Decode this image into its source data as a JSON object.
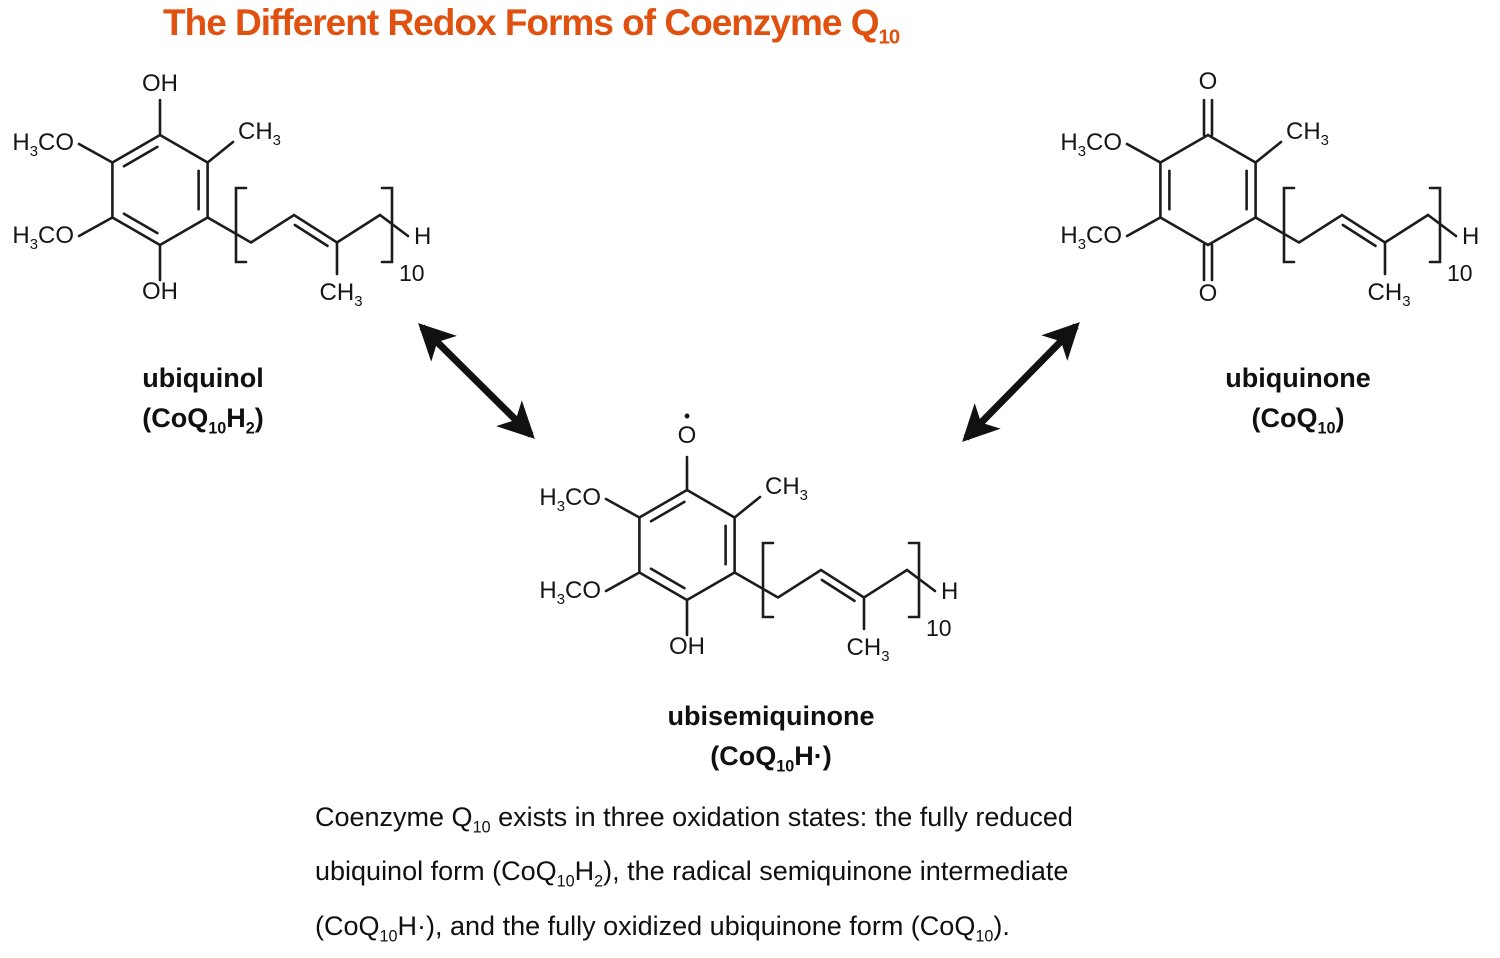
{
  "title": {
    "text": "The Different Redox Forms of Coenzyme Q~10~",
    "color": "#e0500f"
  },
  "colors": {
    "title_accent": "#e0500f",
    "bond": "#1c1c1c",
    "arrow": "#111111",
    "text": "#101010"
  },
  "structures": {
    "ubiquinol": {
      "name": "ubiquinol",
      "formula": "(CoQ~10~H~2~)",
      "top_group": "OH",
      "bottom_group": "OH",
      "methoxy_top": "H~3~CO",
      "methoxy_bottom": "H~3~CO",
      "ring_methyl": "CH~3~",
      "chain_methyl": "CH~3~",
      "chain_end_h": "H",
      "repeat_count": "10"
    },
    "ubisemiquinone": {
      "name": "ubisemiquinone",
      "formula": "(CoQ~10~H·)",
      "top_group": "O",
      "radical_dot": "•",
      "bottom_group": "OH",
      "methoxy_top": "H~3~CO",
      "methoxy_bottom": "H~3~CO",
      "ring_methyl": "CH~3~",
      "chain_methyl": "CH~3~",
      "chain_end_h": "H",
      "repeat_count": "10"
    },
    "ubiquinone": {
      "name": "ubiquinone",
      "formula": "(CoQ~10~)",
      "top_group": "O",
      "bottom_group": "O",
      "methoxy_top": "H~3~CO",
      "methoxy_bottom": "H~3~CO",
      "ring_methyl": "CH~3~",
      "chain_methyl": "CH~3~",
      "chain_end_h": "H",
      "repeat_count": "10"
    }
  },
  "caption": {
    "lines": [
      "Coenzyme Q~10~ exists in three oxidation states: the fully reduced",
      "ubiquinol form (CoQ~10~H~2~), the radical semiquinone intermediate",
      "(CoQ~10~H·), and the fully oxidized ubiquinone form (CoQ~10~)."
    ]
  }
}
